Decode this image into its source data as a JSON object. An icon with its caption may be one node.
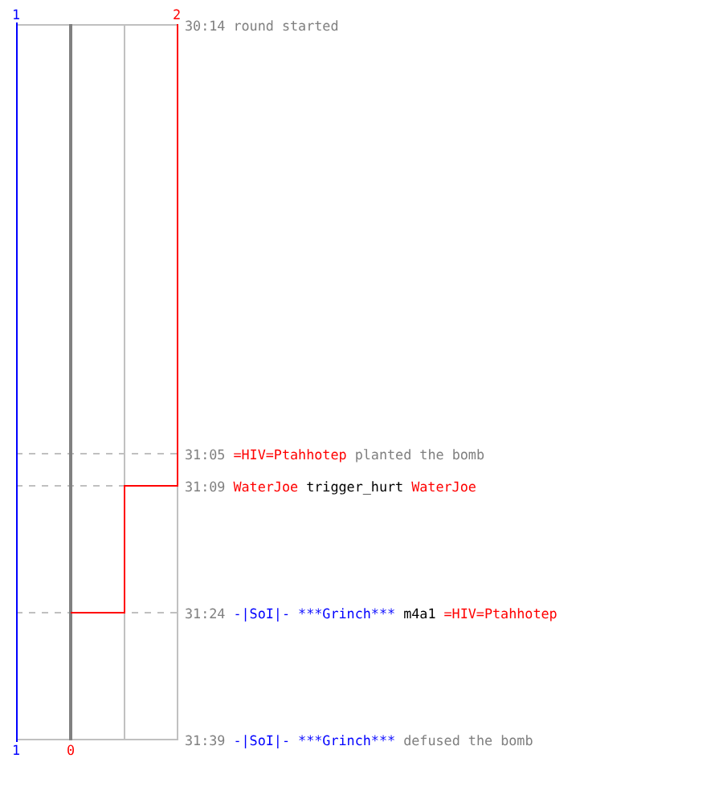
{
  "diagram": {
    "labels": [
      "1",
      "2",
      "30:14",
      "round started",
      "31:05",
      "=HIV=Ptahhotep",
      "planted the bomb",
      "31:09",
      "WaterJoe",
      "trigger_hurt",
      "WaterJoe",
      "31:24",
      "-|SoI|- ***Grinch***",
      "m4a1",
      "=HIV=Ptahhotep",
      "1",
      "0",
      "31:39",
      "-|SoI|- ***Grinch***",
      "defused the bomb"
    ]
  }
}
